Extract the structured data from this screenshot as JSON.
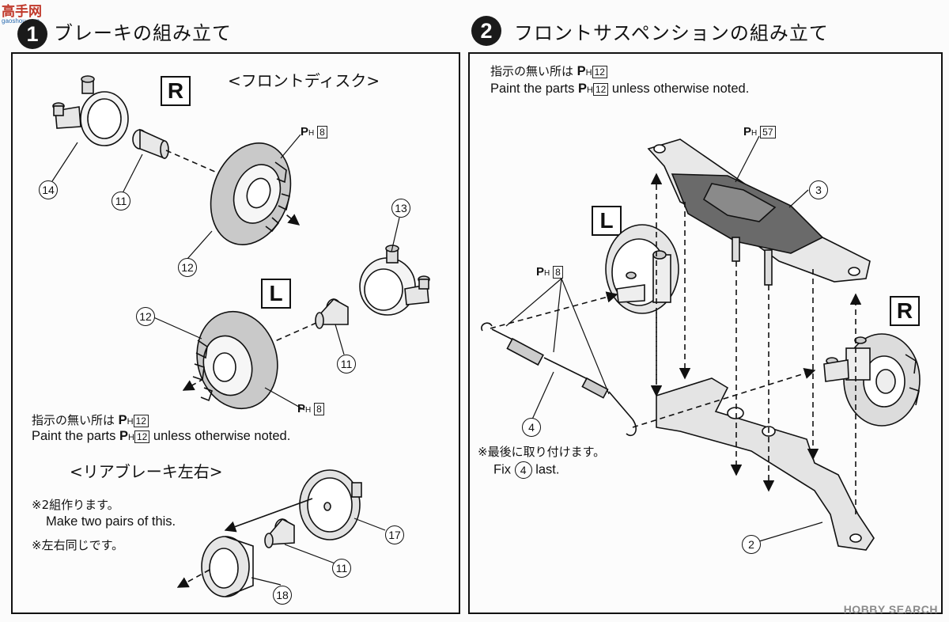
{
  "watermark_top": {
    "main": "高手网",
    "sub": "gaoshou.com"
  },
  "watermark_bottom": "HOBBY SEARCH",
  "step1": {
    "number": "1",
    "title": "ブレーキの組み立て",
    "front_disc_heading": "<フロントディスク>",
    "side_r": "R",
    "side_l": "L",
    "paint_label": "P",
    "paint_sub": "H",
    "paint_code_8": "8",
    "note_jp": "指示の無い所は",
    "note_code": "12",
    "note_en_pre": "Paint the parts",
    "note_en_post": "unless otherwise noted.",
    "rear_heading": "<リアブレーキ左右>",
    "rear_note1_jp": "※2組作ります。",
    "rear_note1_en": "Make two pairs of this.",
    "rear_note2_jp": "※左右同じです。",
    "parts": {
      "p14": "14",
      "p11": "11",
      "p12": "12",
      "p13": "13",
      "p17": "17",
      "p18": "18"
    }
  },
  "step2": {
    "number": "2",
    "title": "フロントサスペンションの組み立て",
    "note_jp": "指示の無い所は",
    "note_code": "12",
    "note_en_pre": "Paint the parts",
    "note_en_post": "unless otherwise noted.",
    "paint_code_57": "57",
    "paint_code_8": "8",
    "side_l": "L",
    "side_r": "R",
    "last_note_jp": "※最後に取り付けます。",
    "last_note_en_pre": "Fix",
    "last_note_en_post": "last.",
    "parts": {
      "p2": "2",
      "p3": "3",
      "p4": "4"
    }
  }
}
